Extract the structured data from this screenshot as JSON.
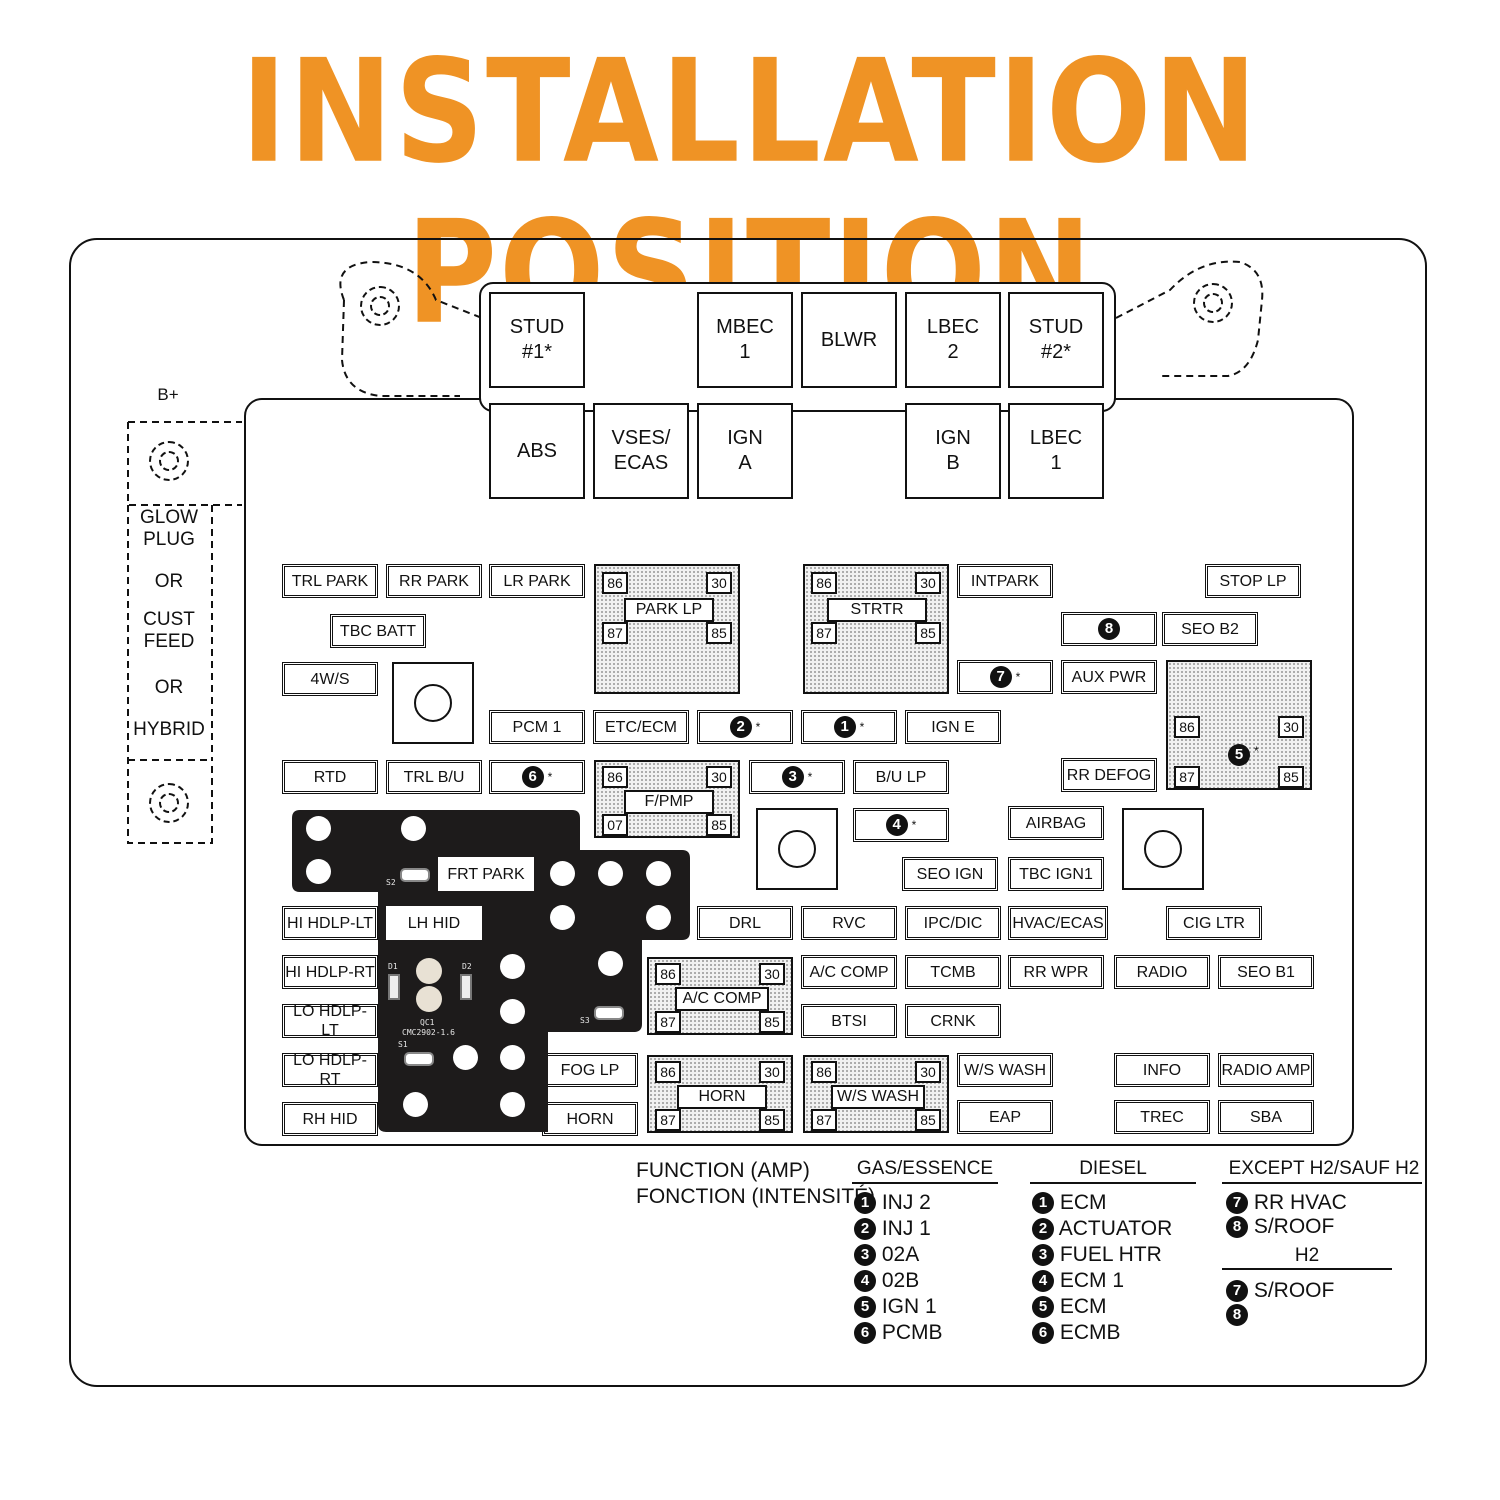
{
  "title": "INSTALLATION POSITION",
  "colors": {
    "title": "#ef9325",
    "pcb": "#1d1b1b",
    "line": "#111111"
  },
  "side_labels": {
    "bplus": "B+",
    "glow": "GLOW\nPLUG",
    "or1": "OR",
    "cust": "CUST\nFEED",
    "or2": "OR",
    "hybrid": "HYBRID"
  },
  "big_fuses": {
    "stud1": "STUD\n#1*",
    "mbec1": "MBEC\n1",
    "blwr": "BLWR",
    "lbec2": "LBEC\n2",
    "stud2": "STUD\n#2*",
    "abs": "ABS",
    "vses": "VSES/\nECAS",
    "igna": "IGN\nA",
    "ignb": "IGN\nB",
    "lbec1": "LBEC\n1"
  },
  "fuses": {
    "trl_park": "TRL PARK",
    "rr_park": "RR PARK",
    "lr_park": "LR PARK",
    "intpark": "INTPARK",
    "stop_lp": "STOP LP",
    "tbc_batt": "TBC BATT",
    "seo_b2": "SEO B2",
    "four_ws": "4W/S",
    "aux_pwr": "AUX PWR",
    "pcm1": "PCM 1",
    "etc_ecm": "ETC/ECM",
    "ign_e": "IGN E",
    "rtd": "RTD",
    "trl_bu": "TRL B/U",
    "bu_lp": "B/U LP",
    "rr_defog": "RR DEFOG",
    "airbag": "AIRBAG",
    "frt_park": "FRT PARK",
    "seo_ign": "SEO IGN",
    "tbc_ign1": "TBC IGN1",
    "hi_hdlp_lt": "HI HDLP-LT",
    "lh_hid": "LH HID",
    "drl": "DRL",
    "rvc": "RVC",
    "ipc_dic": "IPC/DIC",
    "hvac_ecas": "HVAC/ECAS",
    "cig_ltr": "CIG LTR",
    "hi_hdlp_rt": "HI HDLP-RT",
    "ac_comp_f": "A/C COMP",
    "tcmb": "TCMB",
    "rr_wpr": "RR WPR",
    "radio": "RADIO",
    "seo_b1": "SEO B1",
    "lo_hdlp_lt": "LO HDLP-LT",
    "btsi": "BTSI",
    "crnk": "CRNK",
    "lo_hdlp_rt": "LO HDLP-RT",
    "fog_lp": "FOG LP",
    "ws_wash_f": "W/S WASH",
    "info": "INFO",
    "radio_amp": "RADIO AMP",
    "rh_hid": "RH HID",
    "horn_f": "HORN",
    "eap": "EAP",
    "trec": "TREC",
    "sba": "SBA"
  },
  "numbered": {
    "n1": "1",
    "n2": "2",
    "n3": "3",
    "n4": "4",
    "n5": "5",
    "n6": "6",
    "n7": "7",
    "n8": "8",
    "star": "*"
  },
  "relays": {
    "park_lp": {
      "label": "PARK LP",
      "p86": "86",
      "p30": "30",
      "p87": "87",
      "p85": "85"
    },
    "strtr": {
      "label": "STRTR",
      "p86": "86",
      "p30": "30",
      "p87": "87",
      "p85": "85"
    },
    "f_pmp": {
      "label": "F/PMP",
      "p86": "86",
      "p30": "30",
      "p87": "07",
      "p85": "85"
    },
    "ac_comp": {
      "label": "A/C COMP",
      "p86": "86",
      "p30": "30",
      "p87": "87",
      "p85": "85"
    },
    "horn": {
      "label": "HORN",
      "p86": "86",
      "p30": "30",
      "p87": "87",
      "p85": "85"
    },
    "ws_wash": {
      "label": "W/S WASH",
      "p86": "86",
      "p30": "30",
      "p87": "87",
      "p85": "85"
    },
    "r5": {
      "p86": "86",
      "p30": "30",
      "p87": "87",
      "p85": "85"
    }
  },
  "pcb_silk": {
    "s1": "S1",
    "s2": "S2",
    "s3": "S3",
    "d1": "D1",
    "d2": "D2",
    "qc": "QC1",
    "part": "CMC2902-1.6"
  },
  "legend": {
    "function": "FUNCTION (AMP)",
    "fonction": "FONCTION (INTENSITÉ)",
    "gas_head": "GAS/ESSENCE",
    "diesel_head": "DIESEL",
    "except_head": "EXCEPT H2/SAUF H2",
    "h2_head": "H2",
    "gas": [
      "INJ 2",
      "INJ 1",
      "02A",
      "02B",
      "IGN 1",
      "PCMB"
    ],
    "diesel": [
      "ECM",
      "ACTUATOR",
      "FUEL HTR",
      "ECM 1",
      "ECM",
      "ECMB"
    ],
    "except": [
      "RR HVAC",
      "S/ROOF"
    ],
    "h2": [
      "S/ROOF",
      ""
    ]
  }
}
